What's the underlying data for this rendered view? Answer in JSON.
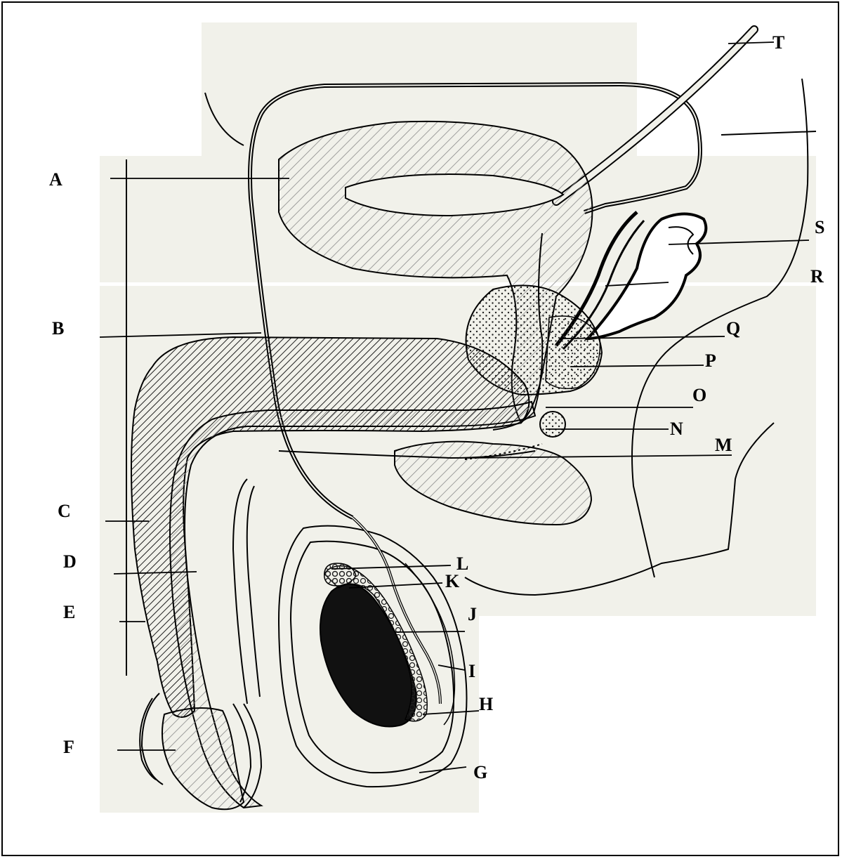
{
  "labels": {
    "A": "A",
    "B": "B",
    "C": "C",
    "D": "D",
    "E": "E",
    "F": "F",
    "G": "G",
    "H": "H",
    "I": "I",
    "J": "J",
    "K": "K",
    "L": "L",
    "M": "M",
    "N": "N",
    "O": "O",
    "P": "P",
    "Q": "Q",
    "R": "R",
    "S": "S",
    "T": "T"
  },
  "colors": {
    "ink": "#000000",
    "paper": "#ffffff",
    "scan_background": "#f1f1ea",
    "hatch_light": "#8a8a8a",
    "hatch_dark": "#202020",
    "testis": "#111111"
  }
}
